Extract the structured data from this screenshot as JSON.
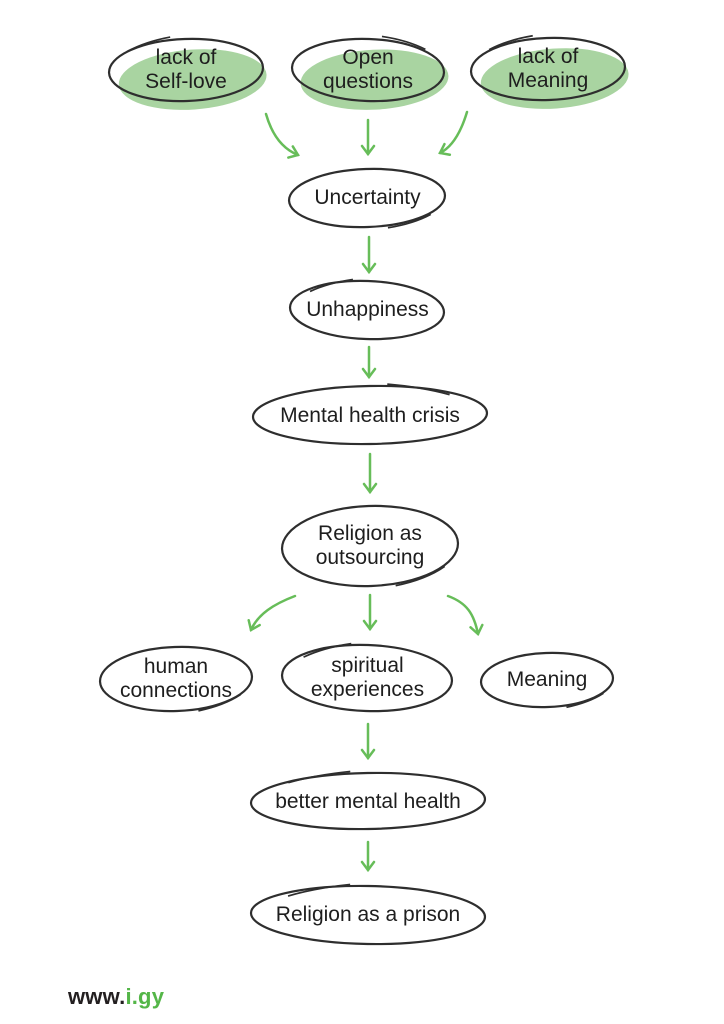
{
  "colors": {
    "background": "#ffffff",
    "node_fill": "#a9d4a1",
    "outline": "#2e2e2e",
    "arrow": "#67bd59",
    "text": "#1e1e1e",
    "logo_black": "#231f20",
    "logo_green": "#54b648"
  },
  "logo": {
    "prefix": "www.",
    "highlight": "i.gy"
  },
  "diagram": {
    "type": "flowchart",
    "nodes": [
      {
        "id": "lack-of-self-love",
        "label": "lack of\nSelf-love",
        "filled": true
      },
      {
        "id": "open-questions",
        "label": "Open\nquestions",
        "filled": true
      },
      {
        "id": "lack-of-meaning",
        "label": "lack of\nMeaning",
        "filled": true
      },
      {
        "id": "uncertainty",
        "label": "Uncertainty",
        "filled": false
      },
      {
        "id": "unhappiness",
        "label": "Unhappiness",
        "filled": false
      },
      {
        "id": "mental-health-crisis",
        "label": "Mental health crisis",
        "filled": false
      },
      {
        "id": "religion-as-outsourcing",
        "label": "Religion as\noutsourcing",
        "filled": false
      },
      {
        "id": "human-connections",
        "label": "human\nconnections",
        "filled": false
      },
      {
        "id": "spiritual-experiences",
        "label": "spiritual\nexperiences",
        "filled": false
      },
      {
        "id": "meaning",
        "label": "Meaning",
        "filled": false
      },
      {
        "id": "better-mental-health",
        "label": "better mental health",
        "filled": false
      },
      {
        "id": "religion-as-a-prison",
        "label": "Religion as a prison",
        "filled": false
      }
    ],
    "edges": [
      {
        "from": "lack-of-self-love",
        "to": "uncertainty"
      },
      {
        "from": "open-questions",
        "to": "uncertainty"
      },
      {
        "from": "lack-of-meaning",
        "to": "uncertainty"
      },
      {
        "from": "uncertainty",
        "to": "unhappiness"
      },
      {
        "from": "unhappiness",
        "to": "mental-health-crisis"
      },
      {
        "from": "mental-health-crisis",
        "to": "religion-as-outsourcing"
      },
      {
        "from": "religion-as-outsourcing",
        "to": "human-connections"
      },
      {
        "from": "religion-as-outsourcing",
        "to": "spiritual-experiences"
      },
      {
        "from": "religion-as-outsourcing",
        "to": "meaning"
      },
      {
        "from": "spiritual-experiences",
        "to": "better-mental-health"
      },
      {
        "from": "better-mental-health",
        "to": "religion-as-a-prison"
      }
    ]
  }
}
